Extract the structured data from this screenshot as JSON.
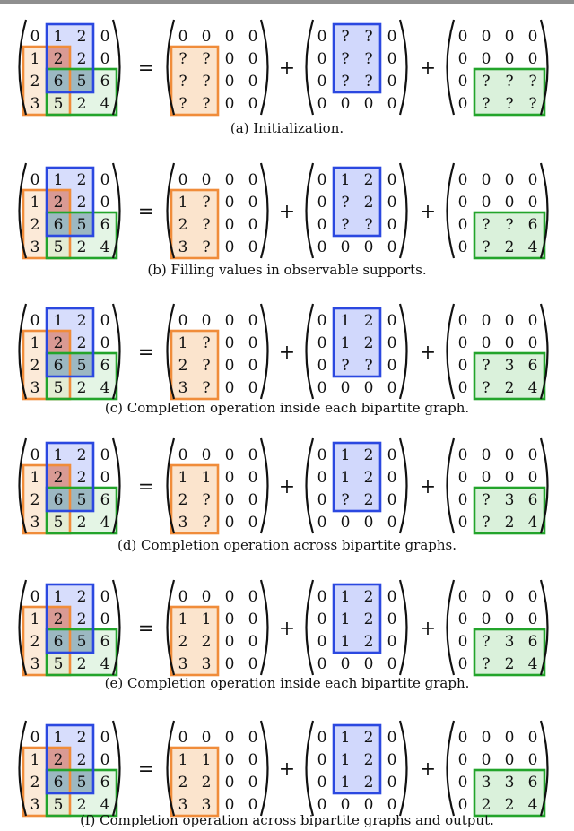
{
  "figure": {
    "panels": [
      {
        "caption": "(a) Initialization.",
        "matrices": [
          [
            [
              "0",
              "1",
              "2",
              "0"
            ],
            [
              "1",
              "2",
              "2",
              "0"
            ],
            [
              "2",
              "6",
              "5",
              "6"
            ],
            [
              "3",
              "5",
              "2",
              "4"
            ]
          ],
          [
            [
              "0",
              "0",
              "0",
              "0"
            ],
            [
              "?",
              "?",
              "0",
              "0"
            ],
            [
              "?",
              "?",
              "0",
              "0"
            ],
            [
              "?",
              "?",
              "0",
              "0"
            ]
          ],
          [
            [
              "0",
              "?",
              "?",
              "0"
            ],
            [
              "0",
              "?",
              "?",
              "0"
            ],
            [
              "0",
              "?",
              "?",
              "0"
            ],
            [
              "0",
              "0",
              "0",
              "0"
            ]
          ],
          [
            [
              "0",
              "0",
              "0",
              "0"
            ],
            [
              "0",
              "0",
              "0",
              "0"
            ],
            [
              "0",
              "?",
              "?",
              "?"
            ],
            [
              "0",
              "?",
              "?",
              "?"
            ]
          ]
        ]
      },
      {
        "caption": "(b) Filling values in observable supports.",
        "matrices": [
          [
            [
              "0",
              "1",
              "2",
              "0"
            ],
            [
              "1",
              "2",
              "2",
              "0"
            ],
            [
              "2",
              "6",
              "5",
              "6"
            ],
            [
              "3",
              "5",
              "2",
              "4"
            ]
          ],
          [
            [
              "0",
              "0",
              "0",
              "0"
            ],
            [
              "1",
              "?",
              "0",
              "0"
            ],
            [
              "2",
              "?",
              "0",
              "0"
            ],
            [
              "3",
              "?",
              "0",
              "0"
            ]
          ],
          [
            [
              "0",
              "1",
              "2",
              "0"
            ],
            [
              "0",
              "?",
              "2",
              "0"
            ],
            [
              "0",
              "?",
              "?",
              "0"
            ],
            [
              "0",
              "0",
              "0",
              "0"
            ]
          ],
          [
            [
              "0",
              "0",
              "0",
              "0"
            ],
            [
              "0",
              "0",
              "0",
              "0"
            ],
            [
              "0",
              "?",
              "?",
              "6"
            ],
            [
              "0",
              "?",
              "2",
              "4"
            ]
          ]
        ]
      },
      {
        "caption": "(c) Completion operation inside each bipartite graph.",
        "matrices": [
          [
            [
              "0",
              "1",
              "2",
              "0"
            ],
            [
              "1",
              "2",
              "2",
              "0"
            ],
            [
              "2",
              "6",
              "5",
              "6"
            ],
            [
              "3",
              "5",
              "2",
              "4"
            ]
          ],
          [
            [
              "0",
              "0",
              "0",
              "0"
            ],
            [
              "1",
              "?",
              "0",
              "0"
            ],
            [
              "2",
              "?",
              "0",
              "0"
            ],
            [
              "3",
              "?",
              "0",
              "0"
            ]
          ],
          [
            [
              "0",
              "1",
              "2",
              "0"
            ],
            [
              "0",
              "1",
              "2",
              "0"
            ],
            [
              "0",
              "?",
              "?",
              "0"
            ],
            [
              "0",
              "0",
              "0",
              "0"
            ]
          ],
          [
            [
              "0",
              "0",
              "0",
              "0"
            ],
            [
              "0",
              "0",
              "0",
              "0"
            ],
            [
              "0",
              "?",
              "3",
              "6"
            ],
            [
              "0",
              "?",
              "2",
              "4"
            ]
          ]
        ]
      },
      {
        "caption": "(d) Completion operation across bipartite graphs.",
        "matrices": [
          [
            [
              "0",
              "1",
              "2",
              "0"
            ],
            [
              "1",
              "2",
              "2",
              "0"
            ],
            [
              "2",
              "6",
              "5",
              "6"
            ],
            [
              "3",
              "5",
              "2",
              "4"
            ]
          ],
          [
            [
              "0",
              "0",
              "0",
              "0"
            ],
            [
              "1",
              "1",
              "0",
              "0"
            ],
            [
              "2",
              "?",
              "0",
              "0"
            ],
            [
              "3",
              "?",
              "0",
              "0"
            ]
          ],
          [
            [
              "0",
              "1",
              "2",
              "0"
            ],
            [
              "0",
              "1",
              "2",
              "0"
            ],
            [
              "0",
              "?",
              "2",
              "0"
            ],
            [
              "0",
              "0",
              "0",
              "0"
            ]
          ],
          [
            [
              "0",
              "0",
              "0",
              "0"
            ],
            [
              "0",
              "0",
              "0",
              "0"
            ],
            [
              "0",
              "?",
              "3",
              "6"
            ],
            [
              "0",
              "?",
              "2",
              "4"
            ]
          ]
        ]
      },
      {
        "caption": "(e) Completion operation inside each bipartite graph.",
        "matrices": [
          [
            [
              "0",
              "1",
              "2",
              "0"
            ],
            [
              "1",
              "2",
              "2",
              "0"
            ],
            [
              "2",
              "6",
              "5",
              "6"
            ],
            [
              "3",
              "5",
              "2",
              "4"
            ]
          ],
          [
            [
              "0",
              "0",
              "0",
              "0"
            ],
            [
              "1",
              "1",
              "0",
              "0"
            ],
            [
              "2",
              "2",
              "0",
              "0"
            ],
            [
              "3",
              "3",
              "0",
              "0"
            ]
          ],
          [
            [
              "0",
              "1",
              "2",
              "0"
            ],
            [
              "0",
              "1",
              "2",
              "0"
            ],
            [
              "0",
              "1",
              "2",
              "0"
            ],
            [
              "0",
              "0",
              "0",
              "0"
            ]
          ],
          [
            [
              "0",
              "0",
              "0",
              "0"
            ],
            [
              "0",
              "0",
              "0",
              "0"
            ],
            [
              "0",
              "?",
              "3",
              "6"
            ],
            [
              "0",
              "?",
              "2",
              "4"
            ]
          ]
        ]
      },
      {
        "caption": "(f) Completion operation across bipartite graphs and output.",
        "matrices": [
          [
            [
              "0",
              "1",
              "2",
              "0"
            ],
            [
              "1",
              "2",
              "2",
              "0"
            ],
            [
              "2",
              "6",
              "5",
              "6"
            ],
            [
              "3",
              "5",
              "2",
              "4"
            ]
          ],
          [
            [
              "0",
              "0",
              "0",
              "0"
            ],
            [
              "1",
              "1",
              "0",
              "0"
            ],
            [
              "2",
              "2",
              "0",
              "0"
            ],
            [
              "3",
              "3",
              "0",
              "0"
            ]
          ],
          [
            [
              "0",
              "1",
              "2",
              "0"
            ],
            [
              "0",
              "1",
              "2",
              "0"
            ],
            [
              "0",
              "1",
              "2",
              "0"
            ],
            [
              "0",
              "0",
              "0",
              "0"
            ]
          ],
          [
            [
              "0",
              "0",
              "0",
              "0"
            ],
            [
              "0",
              "0",
              "0",
              "0"
            ],
            [
              "3",
              "3",
              "6",
              "",
              ""
            ],
            [
              "2",
              "2",
              "4"
            ]
          ]
        ]
      }
    ],
    "operators": [
      "=",
      "+",
      "+"
    ],
    "colors": {
      "orange": "#f08c3a",
      "orange_fill": "#f9d9b8",
      "blue": "#2b48e0",
      "blue_fill": "#c9d1fb",
      "green": "#23a42b",
      "green_fill": "#cdeccf",
      "overlap_orange_blue": "#d99a94",
      "overlap_blue_green": "#9cb8c2",
      "text": "#111111"
    }
  }
}
